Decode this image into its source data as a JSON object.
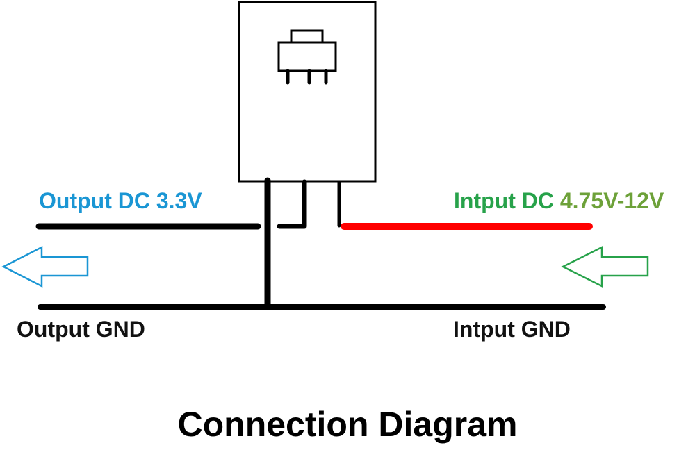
{
  "diagram": {
    "title": "Connection Diagram",
    "labels": {
      "output_dc": "Output DC 3.3V",
      "input_dc_prefix": "Intput DC",
      "input_dc_range": "4.75V-12V",
      "output_gnd": "Output GND",
      "input_gnd": "Intput GND"
    },
    "colors": {
      "output_label": "#1a96d4",
      "input_label": "#27a24a",
      "input_range": "#6da139",
      "input_wire": "#ff0000",
      "wires": "#000000",
      "output_arrow": "#1a96d4",
      "input_arrow": "#27a24a"
    },
    "component": "regulator-module",
    "icons": {
      "chip": "sot-223-regulator-icon",
      "output_arrow": "arrow-left-outline-icon",
      "input_arrow": "arrow-left-outline-icon"
    }
  }
}
